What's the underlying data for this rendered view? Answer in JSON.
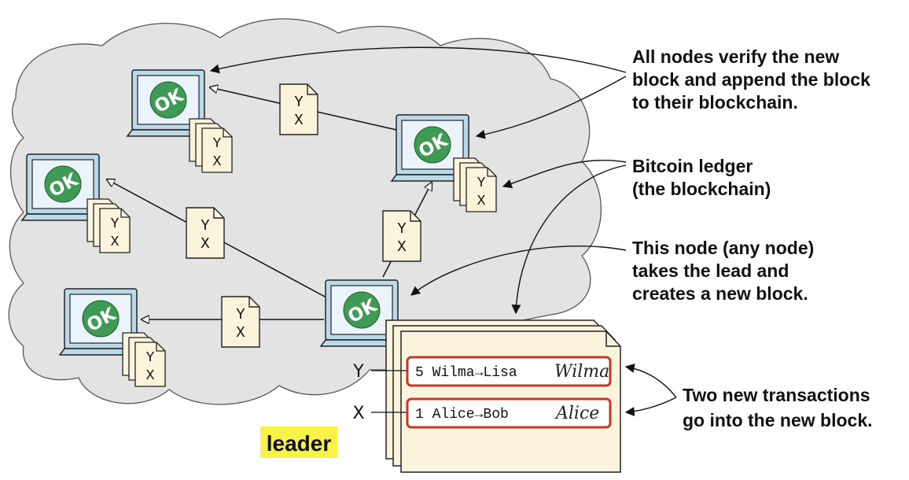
{
  "diagram": {
    "doc_line1": "Y",
    "doc_line2": "X",
    "ok_label": "OK",
    "callouts": {
      "verify": [
        "All nodes verify the new",
        "block and append the block",
        "to their blockchain."
      ],
      "ledger": [
        "Bitcoin ledger",
        "(the blockchain)"
      ],
      "lead": [
        "This node (any node)",
        "takes the lead and",
        "creates a new block."
      ],
      "tx": [
        "Two new transactions",
        "go into the new block."
      ]
    },
    "block": {
      "tx1": {
        "side_label": "Y",
        "text": "5 Wilma→Lisa",
        "signature": "Wilma"
      },
      "tx2": {
        "side_label": "X",
        "text": "1 Alice→Bob",
        "signature": "Alice"
      }
    },
    "leader_label": "leader",
    "colors": {
      "cloud_fill": "#e3e3e3",
      "laptop_frame": "#bcd9ea",
      "ok_green": "#3e9a55",
      "document_fill": "#fbf3dc",
      "tx_border": "#c0392b",
      "highlight": "#f7f24a"
    }
  }
}
